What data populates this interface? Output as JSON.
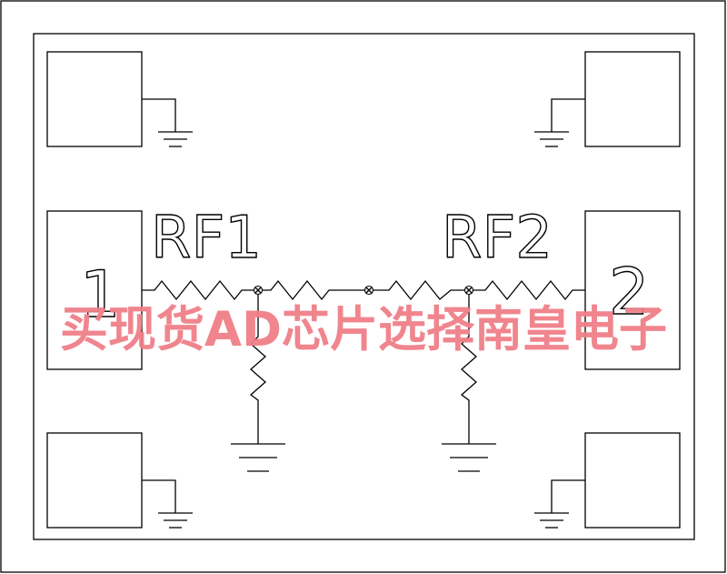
{
  "diagram": {
    "labels": {
      "rf1": "RF1",
      "rf2": "RF2",
      "port1": "1",
      "port2": "2"
    },
    "watermark": "买现货AD芯片选择南皇电子",
    "colors": {
      "line": "#000000",
      "background": "#ffffff",
      "watermark": "#f07f88"
    }
  }
}
